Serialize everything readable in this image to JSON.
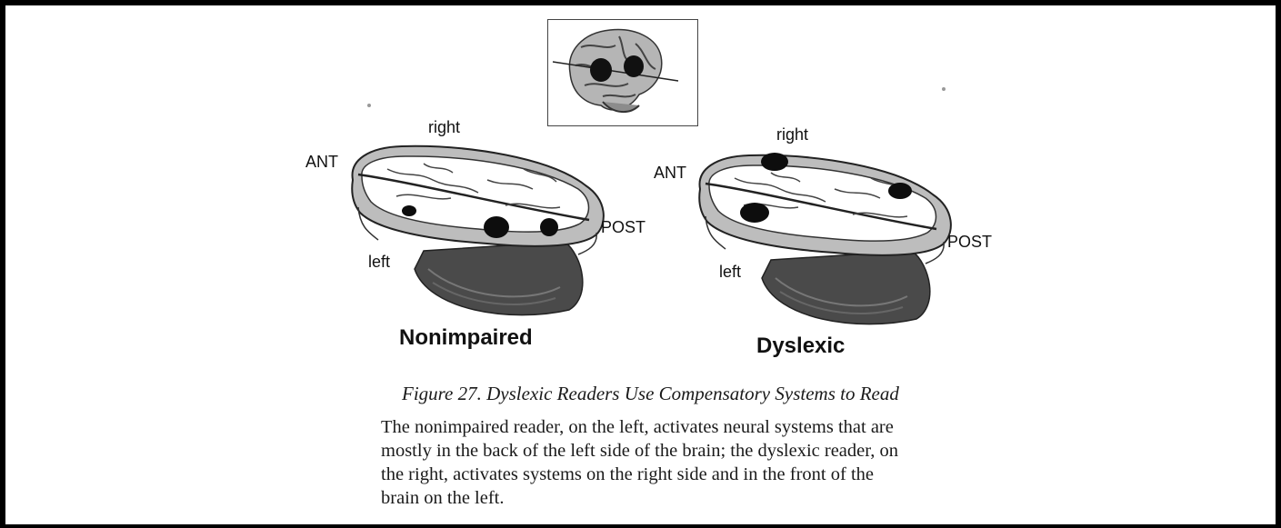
{
  "figure": {
    "inset_icon": "brain-lateral-view-icon",
    "panels": [
      {
        "id": "nonimpaired",
        "label_right": "right",
        "label_ant": "ANT",
        "label_post": "POST",
        "label_left": "left",
        "title": "Nonimpaired"
      },
      {
        "id": "dyslexic",
        "label_right": "right",
        "label_ant": "ANT",
        "label_post": "POST",
        "label_left": "left",
        "title": "Dyslexic"
      }
    ],
    "caption": "Figure 27. Dyslexic Readers Use Compensatory Systems to Read",
    "body_lines": [
      "The nonimpaired reader, on the left, activates neural systems that are",
      "mostly in the back of the left side of the brain; the dyslexic reader, on",
      "the right, activates systems on the right side and in the front of the",
      "brain on the left."
    ]
  }
}
